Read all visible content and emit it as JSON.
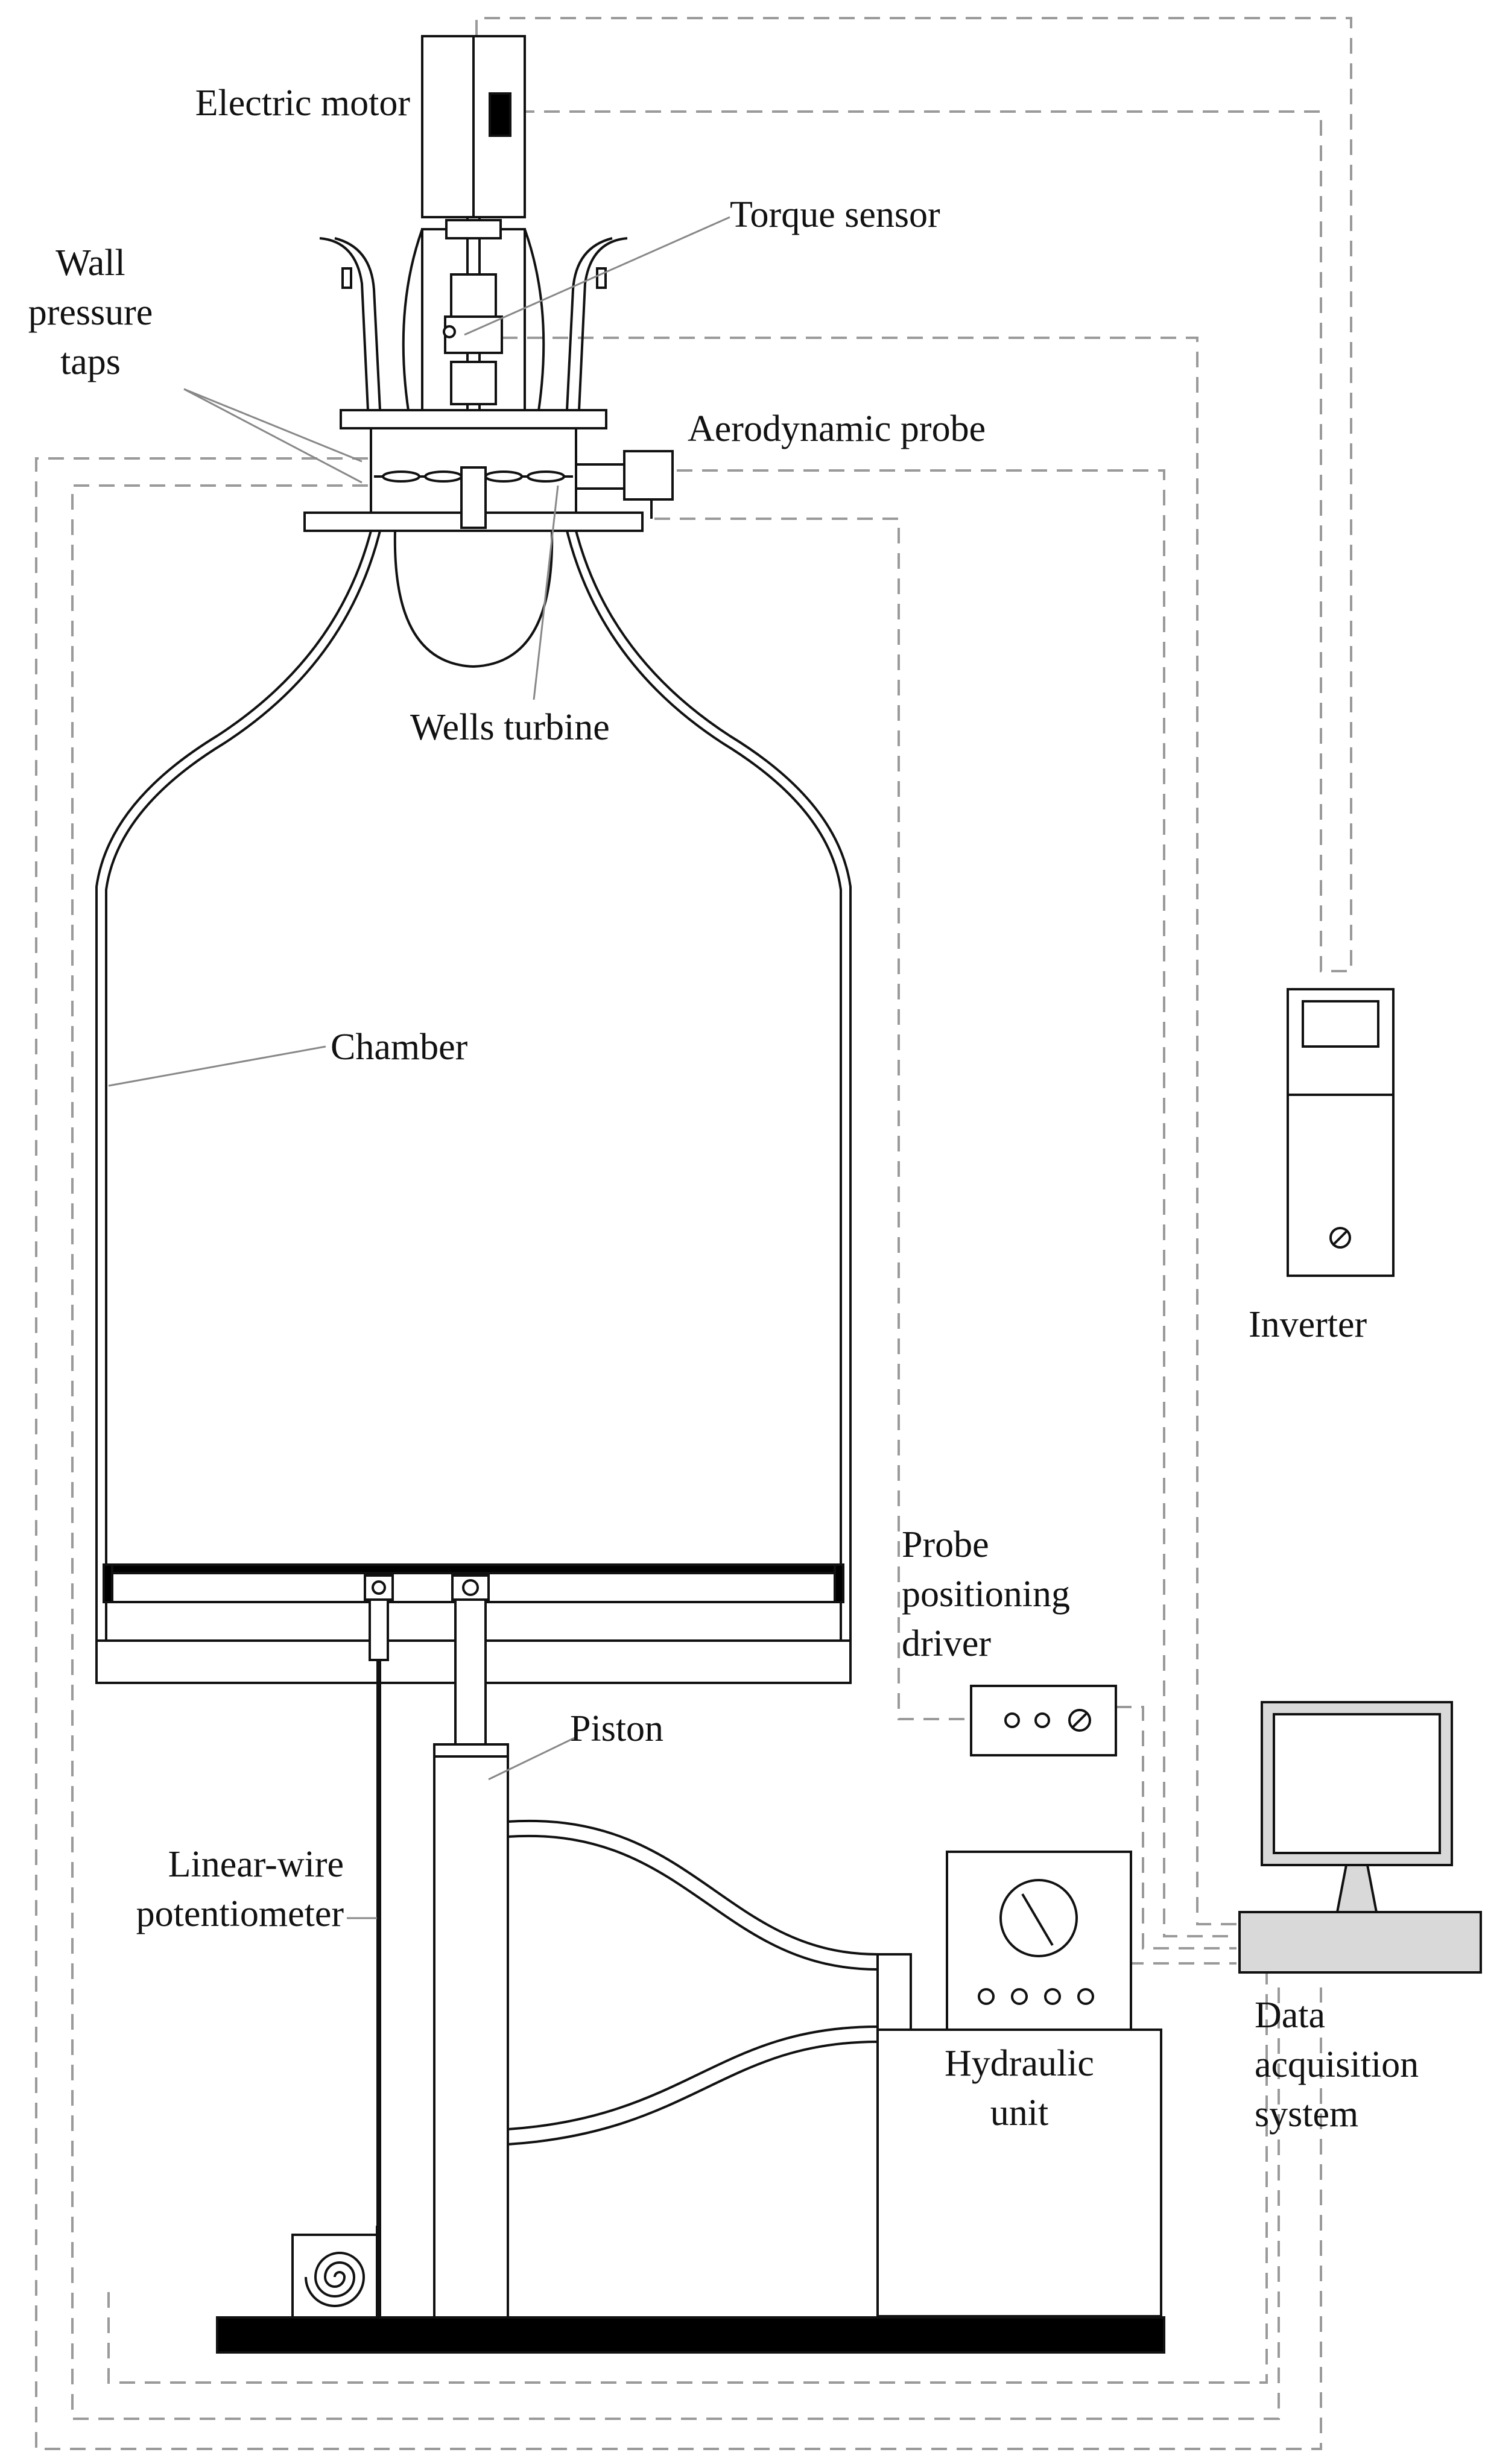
{
  "labels": {
    "electric_motor": "Electric motor",
    "torque_sensor": "Torque sensor",
    "wall_pressure_taps": [
      "Wall",
      "pressure",
      "taps"
    ],
    "aerodynamic_probe": "Aerodynamic probe",
    "wells_turbine": "Wells turbine",
    "chamber": "Chamber",
    "inverter": "Inverter",
    "probe_positioning_driver": [
      "Probe",
      "positioning",
      "driver"
    ],
    "piston": "Piston",
    "linear_wire_potentiometer": [
      "Linear-wire",
      "potentiometer"
    ],
    "hydraulic_unit": [
      "Hydraulic",
      "unit"
    ],
    "data_acquisition_system": [
      "Data",
      "acquisition",
      "system"
    ]
  },
  "colors": {
    "line": "#111111",
    "leader": "#888888",
    "cable": "#9a9a9a",
    "fill": "#ffffff",
    "solid": "#000000"
  }
}
